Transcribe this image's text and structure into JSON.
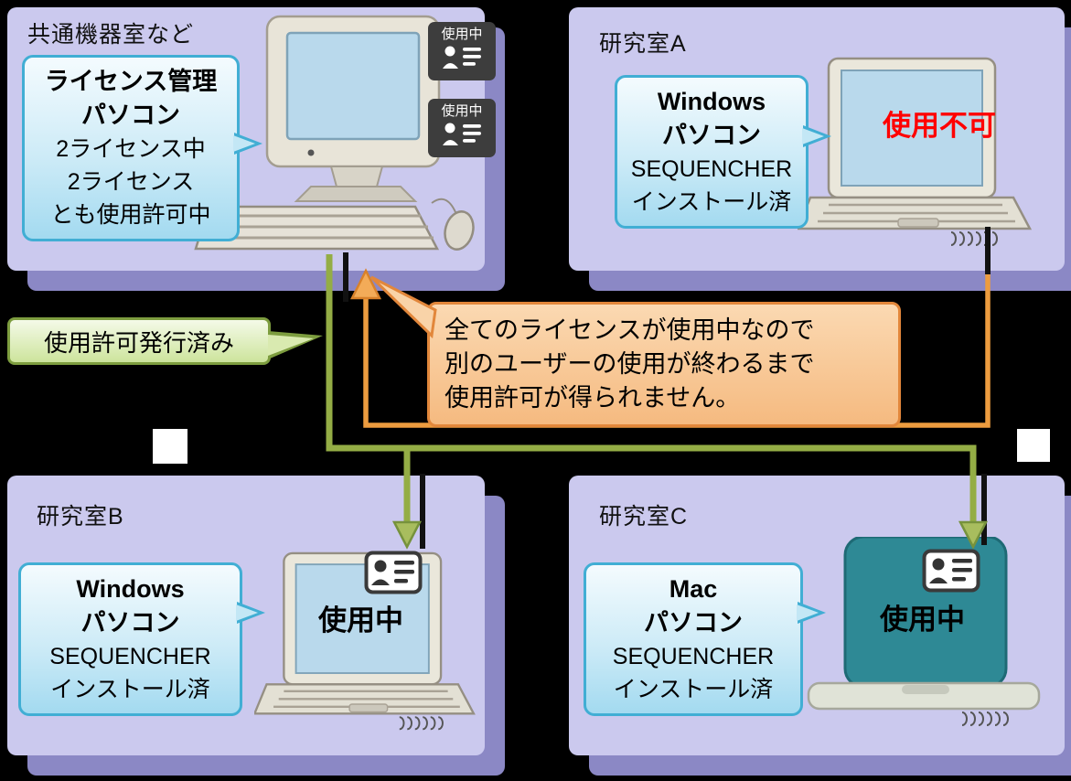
{
  "panels": {
    "common_room": {
      "label": "共通機器室など",
      "bubble": {
        "title_lines": [
          "ライセンス管理",
          "パソコン"
        ],
        "body_lines": [
          "2ライセンス中",
          "2ライセンス",
          "とも使用許可中"
        ]
      },
      "license_badges": [
        {
          "label": "使用中"
        },
        {
          "label": "使用中"
        }
      ]
    },
    "lab_a": {
      "label": "研究室A",
      "bubble": {
        "title_lines": [
          "Windows",
          "パソコン"
        ],
        "body_lines": [
          "SEQUENCHER",
          "インストール済"
        ]
      },
      "status": "使用不可"
    },
    "lab_b": {
      "label": "研究室B",
      "bubble": {
        "title_lines": [
          "Windows",
          "パソコン"
        ],
        "body_lines": [
          "SEQUENCHER",
          "インストール済"
        ]
      },
      "status": "使用中"
    },
    "lab_c": {
      "label": "研究室C",
      "bubble": {
        "title_lines": [
          "Mac",
          "パソコン"
        ],
        "body_lines": [
          "SEQUENCHER",
          "インストール済"
        ]
      },
      "status": "使用中"
    }
  },
  "callouts": {
    "permission_issued": {
      "text": "使用許可発行済み"
    },
    "all_licenses_in_use": {
      "lines": [
        "全てのライセンスが使用中なので",
        "別のユーザーの使用が終わるまで",
        "使用許可が得られません。"
      ]
    }
  },
  "colors": {
    "background": "#000000",
    "panel": "#cbc9ee",
    "panel_shadow": "#8b88c5",
    "bubble_border": "#41aed4",
    "green_arrow": "#94ad45",
    "green_callout_border": "#7d9d3f",
    "orange_arrow": "#ed9c3f",
    "orange_callout_border": "#e2873b",
    "status_unavailable": "#ff0000",
    "badge_background": "#3d3d3d"
  }
}
